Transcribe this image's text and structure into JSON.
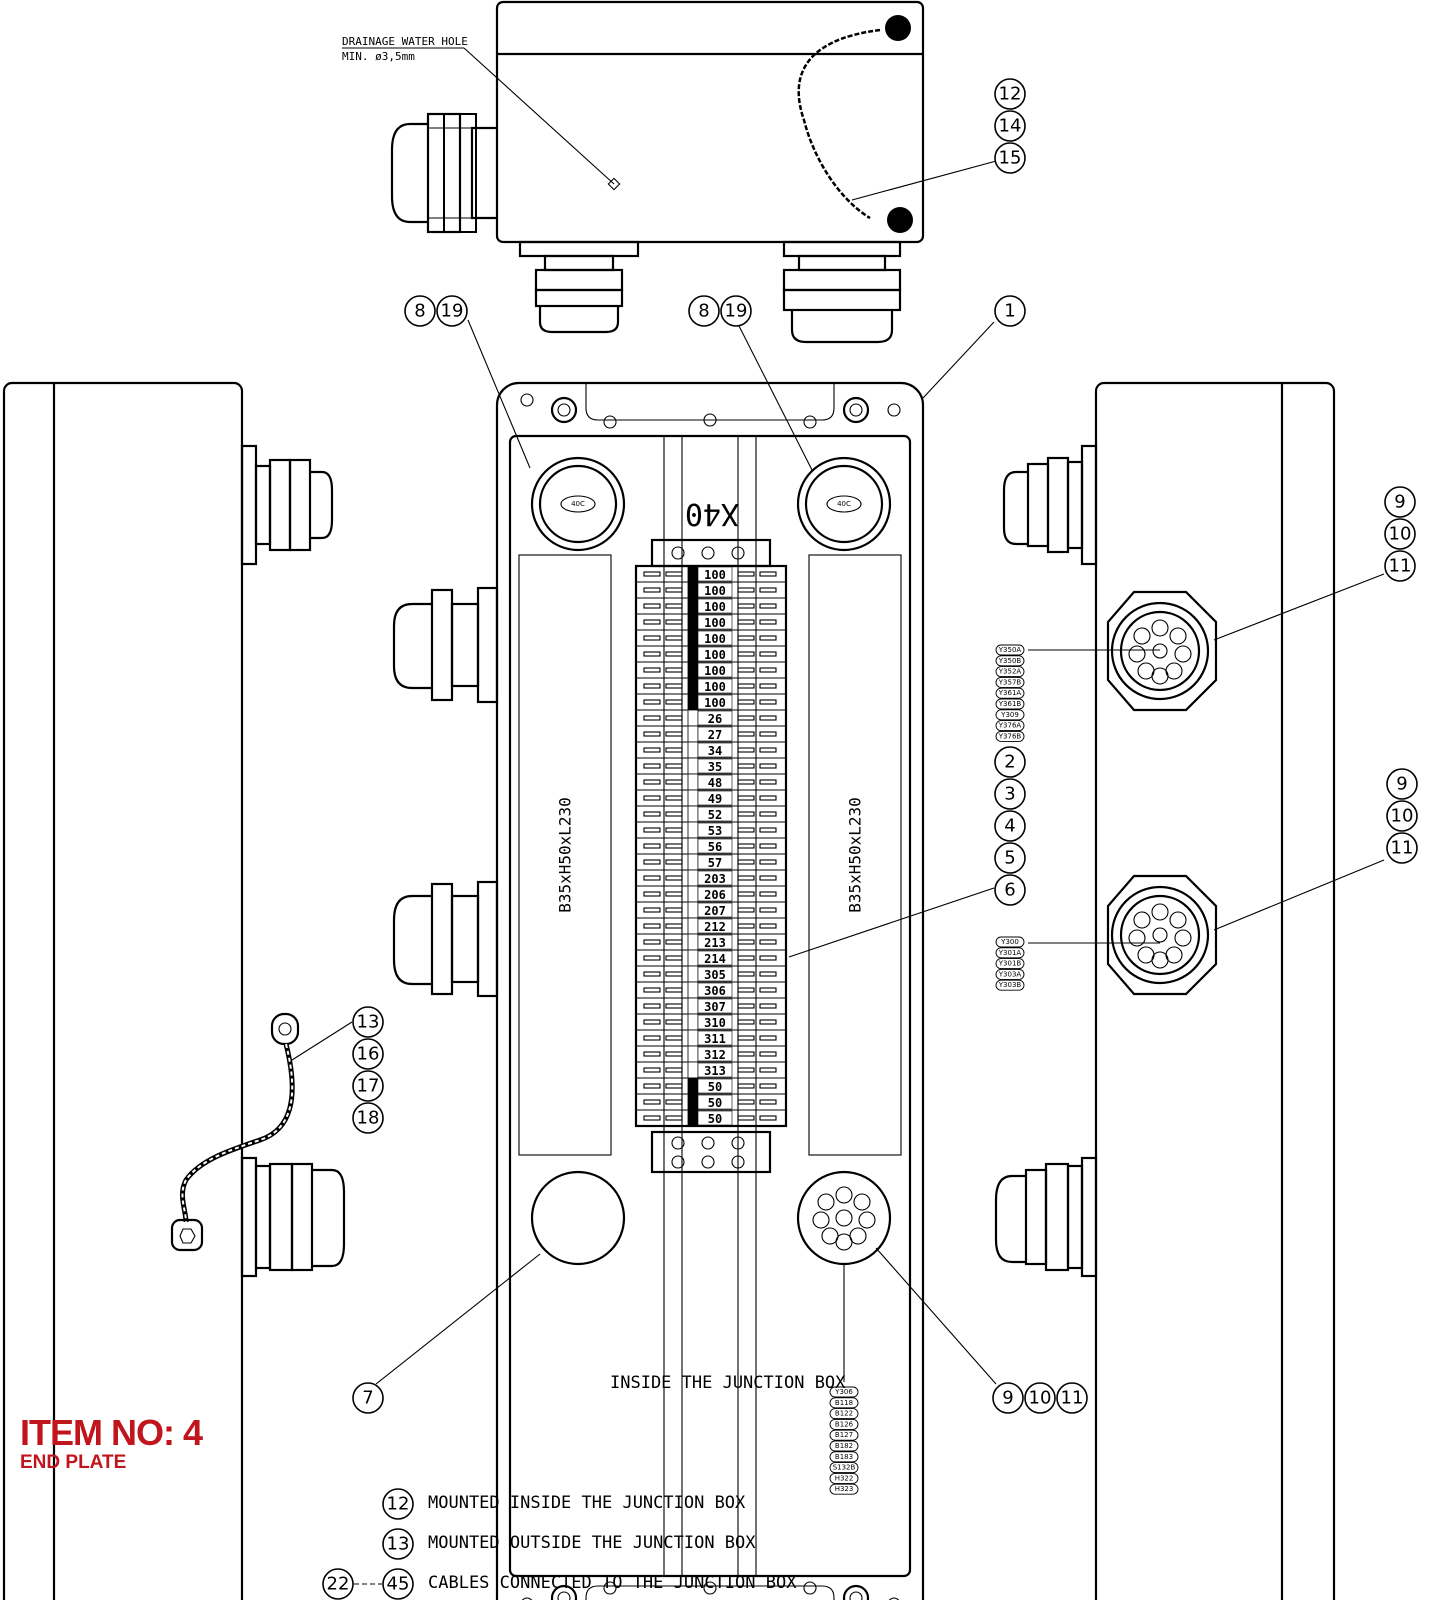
{
  "notes": {
    "drainage_line1": "DRAINAGE WATER HOLE",
    "drainage_line2": "MIN. ø3,5mm",
    "inside_label": "INSIDE THE JUNCTION BOX",
    "din_rail_left": "B35xH50xL230",
    "din_rail_right": "B35xH50xL230",
    "terminal_block_name": "X40",
    "plug_label": "40C"
  },
  "title_block": {
    "item_no": "ITEM NO: 4",
    "item_name": "END PLATE"
  },
  "bubbles": {
    "top_right": [
      "12",
      "14",
      "15"
    ],
    "gland_left": [
      "8",
      "19"
    ],
    "gland_right": [
      "8",
      "19"
    ],
    "box": "1",
    "right_upper": [
      "9",
      "10",
      "11"
    ],
    "right_lower": [
      "9",
      "10",
      "11"
    ],
    "terminals": [
      "2",
      "3",
      "4",
      "5",
      "6"
    ],
    "earth_wire": [
      "13",
      "16",
      "17",
      "18"
    ],
    "blind_plug": "7",
    "bottom_gland": [
      "9",
      "10",
      "11"
    ]
  },
  "terminals": [
    "100",
    "100",
    "100",
    "100",
    "100",
    "100",
    "100",
    "100",
    "100",
    "26",
    "27",
    "34",
    "35",
    "48",
    "49",
    "52",
    "53",
    "56",
    "57",
    "203",
    "206",
    "207",
    "212",
    "213",
    "214",
    "305",
    "306",
    "307",
    "310",
    "311",
    "312",
    "313",
    "50",
    "50",
    "50"
  ],
  "cable_tags": {
    "right_upper": [
      "Y350A",
      "Y350B",
      "Y352A",
      "Y357B",
      "Y361A",
      "Y361B",
      "Y309",
      "Y376A",
      "Y376B"
    ],
    "right_lower": [
      "Y300",
      "Y301A",
      "Y301B",
      "Y303A",
      "Y303B"
    ],
    "bottom": [
      "Y306",
      "B118",
      "B122",
      "B126",
      "B127",
      "B182",
      "B183",
      "S132B",
      "H322",
      "H323"
    ]
  },
  "legend": [
    {
      "a": "12",
      "text": "MOUNTED INSIDE THE JUNCTION BOX"
    },
    {
      "a": "13",
      "text": "MOUNTED OUTSIDE THE JUNCTION BOX"
    },
    {
      "a": "22",
      "b": "45",
      "text": "CABLES CONNECTED TO THE JUNCTION BOX"
    }
  ]
}
